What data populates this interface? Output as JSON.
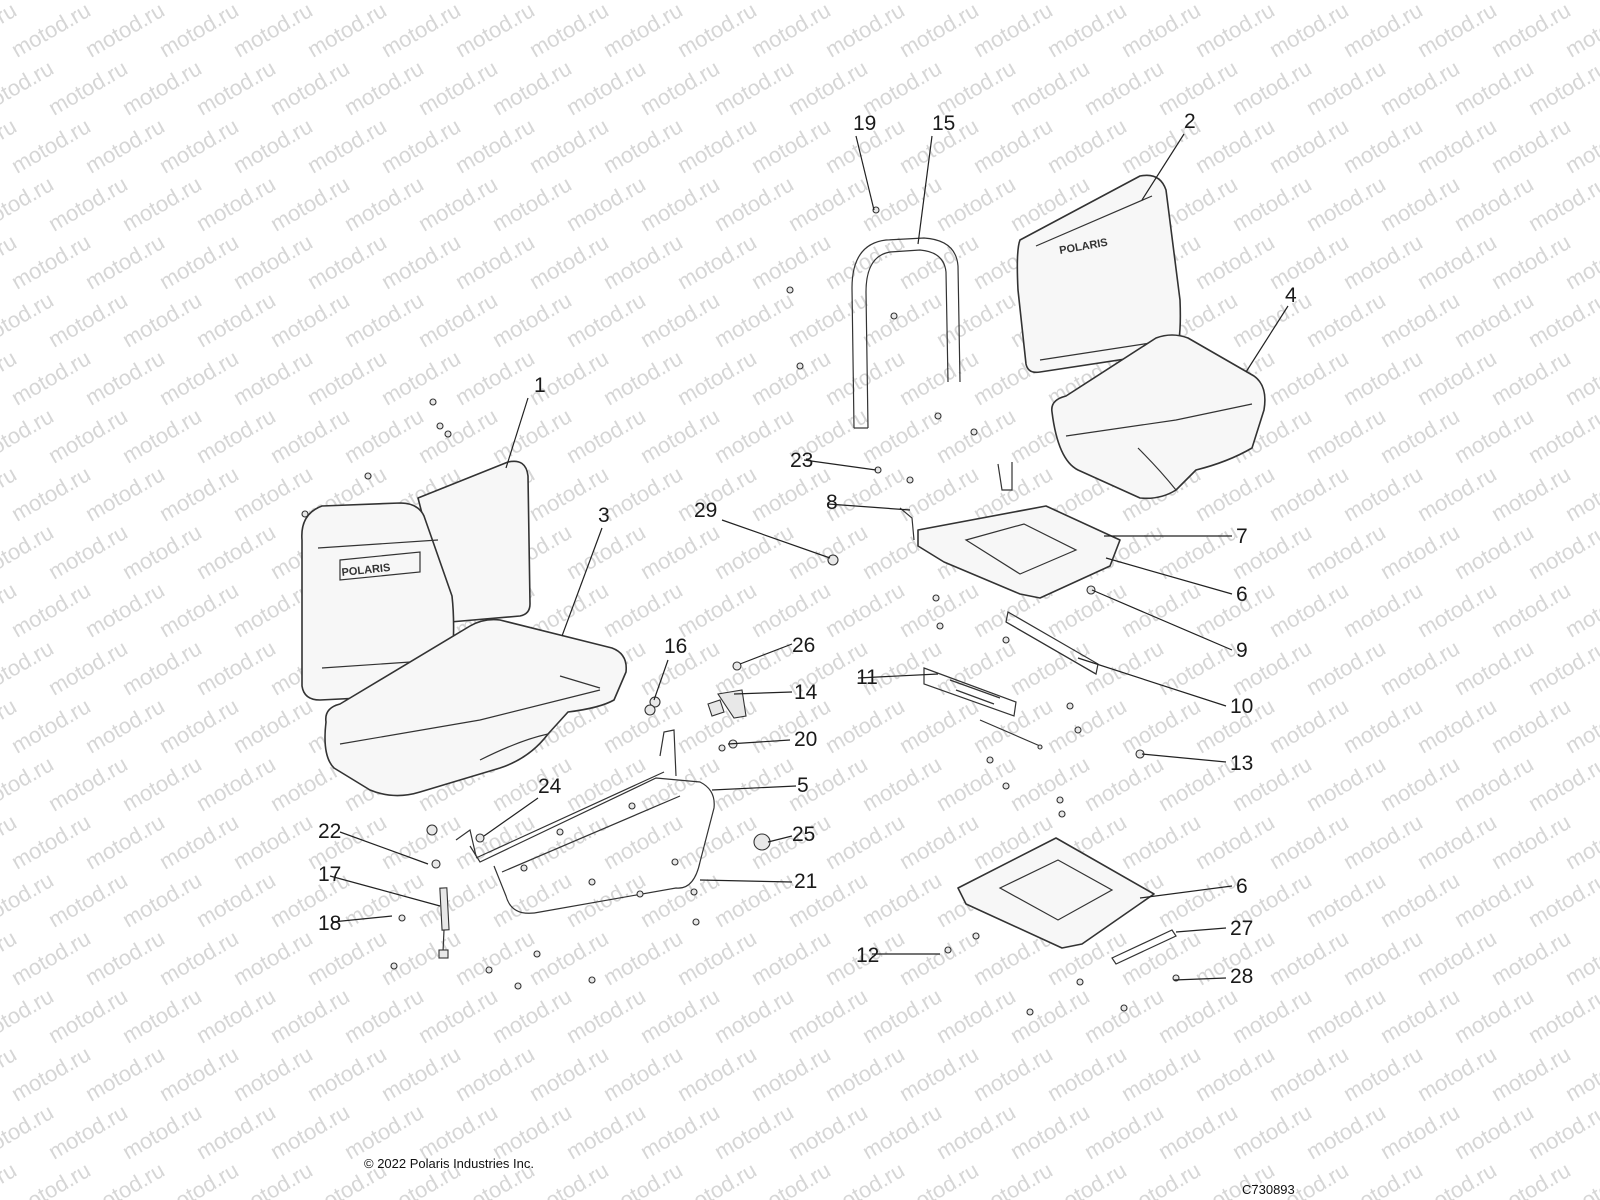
{
  "watermark": "motod.ru",
  "copyright": "© 2022 Polaris Industries Inc.",
  "diagram_id": "C730893",
  "brand_mark": "POLARIS",
  "callouts": [
    "1",
    "2",
    "3",
    "4",
    "5",
    "6",
    "6",
    "7",
    "8",
    "9",
    "10",
    "11",
    "12",
    "13",
    "14",
    "15",
    "16",
    "17",
    "18",
    "19",
    "20",
    "21",
    "22",
    "23",
    "24",
    "25",
    "26",
    "27",
    "28",
    "29"
  ]
}
